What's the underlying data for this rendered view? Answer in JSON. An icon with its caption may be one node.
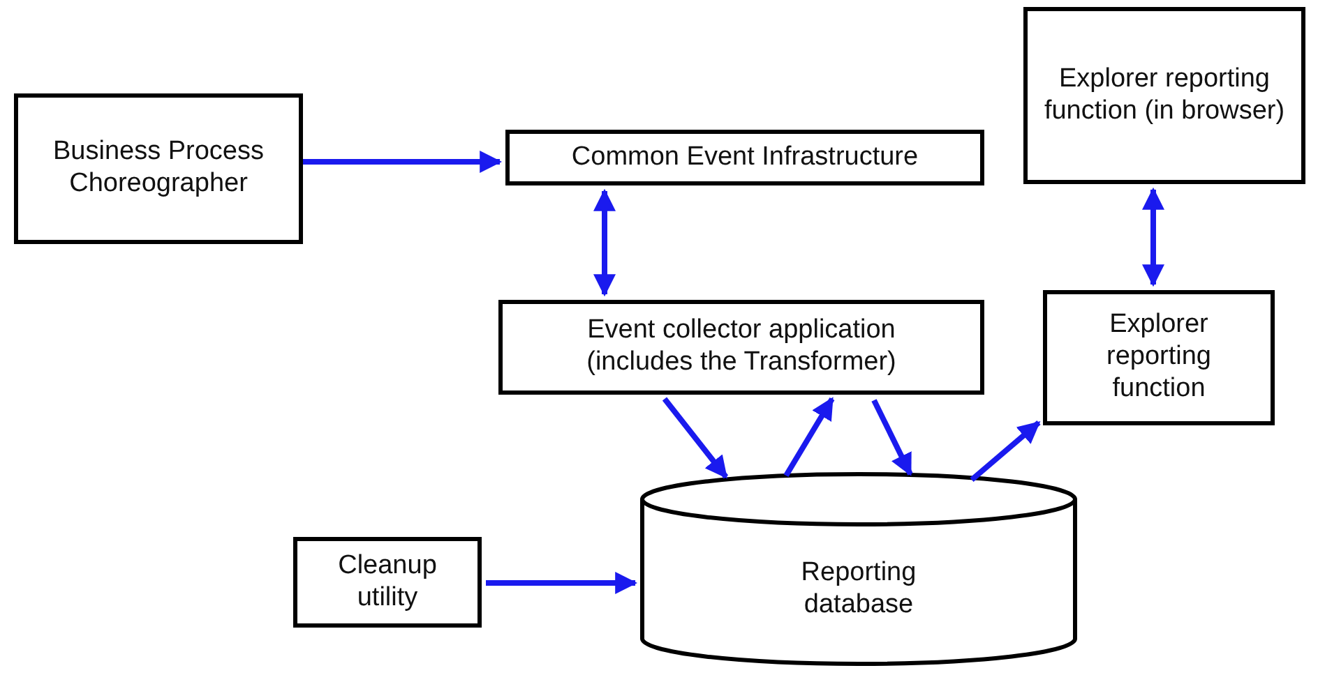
{
  "diagram": {
    "nodes": [
      {
        "text": [
          "Business Process Choreographer"
        ]
      },
      {
        "text": [
          "Common Event Infrastructure"
        ]
      },
      {
        "text": [
          "Explorer reporting function (in browser)"
        ]
      },
      {
        "text": [
          "Event collector application (includes the Transformer)"
        ]
      },
      {
        "text": [
          "Explorer reporting function"
        ]
      },
      {
        "text": [
          "Cleanup utility"
        ]
      },
      {
        "text": [
          "Reporting database"
        ]
      }
    ],
    "edges": [
      {
        "from": 0,
        "to": 1,
        "arrow": "to"
      },
      {
        "from": 1,
        "to": 3,
        "arrow": "both"
      },
      {
        "from": 2,
        "to": 4,
        "arrow": "both"
      },
      {
        "from": 3,
        "to": 6,
        "arrow": "to"
      },
      {
        "from": 6,
        "to": 3,
        "arrow": "to"
      },
      {
        "from": 3,
        "to": 6,
        "arrow": "to"
      },
      {
        "from": 6,
        "to": 4,
        "arrow": "to"
      },
      {
        "from": 5,
        "to": 6,
        "arrow": "to"
      }
    ]
  }
}
